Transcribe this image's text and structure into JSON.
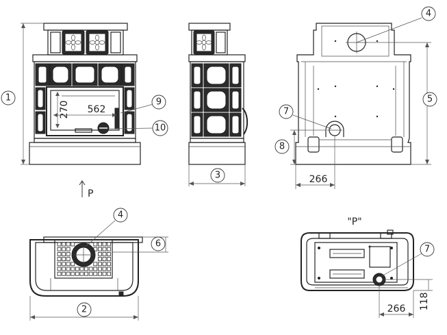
{
  "callouts": {
    "c1": "1",
    "c2": "2",
    "c3": "3",
    "c4a": "4",
    "c4b": "4",
    "c5": "5",
    "c6": "6",
    "c7a": "7",
    "c7b": "7",
    "c8": "8",
    "c9": "9",
    "c10": "10"
  },
  "dimensions": {
    "firebox_height": "270",
    "firebox_width": "562",
    "rear_outlet_offset": "266",
    "bottom_outlet_offset": "266",
    "bottom_outlet_height": "118"
  },
  "labels": {
    "view_arrow": "P",
    "view_bottom_title": "\"P\""
  }
}
